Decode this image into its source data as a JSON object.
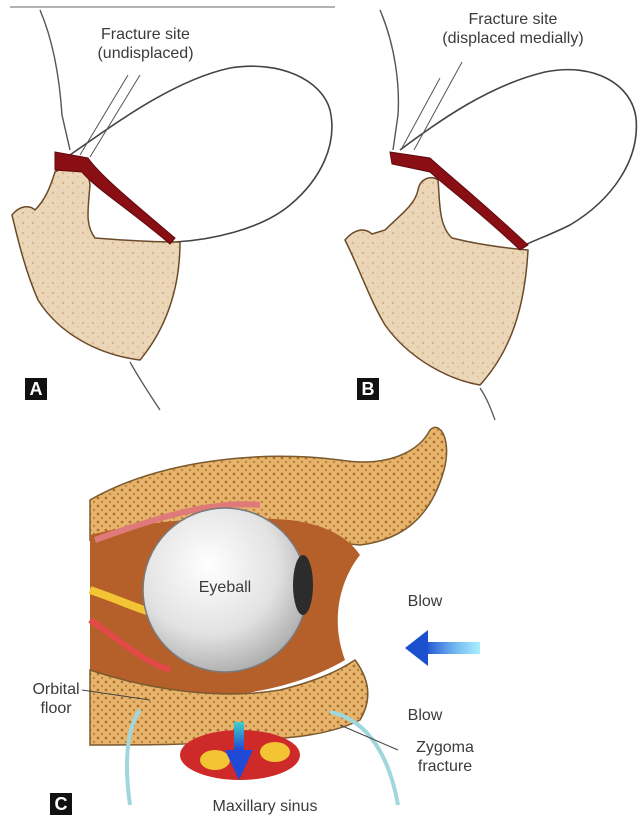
{
  "panel_a": {
    "letter": "A",
    "label_line1": "Fracture site",
    "label_line2": "(undisplaced)"
  },
  "panel_b": {
    "letter": "B",
    "label_line1": "Fracture site",
    "label_line2": "(displaced medially)"
  },
  "panel_c": {
    "letter": "C",
    "eyeball": "Eyeball",
    "blow_upper": "Blow",
    "blow_lower": "Blow",
    "orbital_floor_line1": "Orbital",
    "orbital_floor_line2": "floor",
    "zygoma_line1": "Zygoma",
    "zygoma_line2": "fracture",
    "maxillary_sinus": "Maxillary sinus"
  }
}
